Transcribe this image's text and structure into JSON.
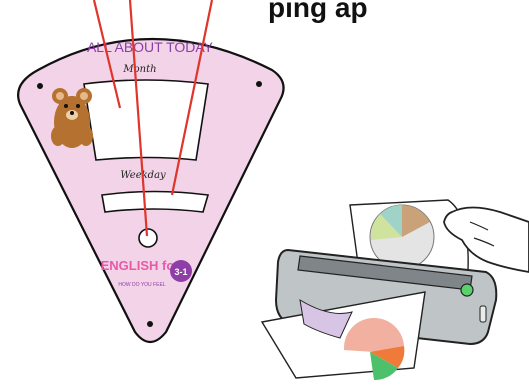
{
  "heading_fragment": "ping ap",
  "wheel": {
    "title": "ALL ABOUT TODAY",
    "month_label": "Month",
    "weekday_label": "Weekday",
    "logo_text": "ENGLISH for",
    "logo_badge": "3-1",
    "logo_caption": "HOW DO YOU FEEL",
    "colors": {
      "wedge_fill": "#f2d3e8",
      "title": "#8a3fa6",
      "pointer_lines": "#e0352b"
    }
  },
  "icons": [
    "teddy-bear-icon",
    "laminator-machine-icon",
    "hand-icon"
  ]
}
